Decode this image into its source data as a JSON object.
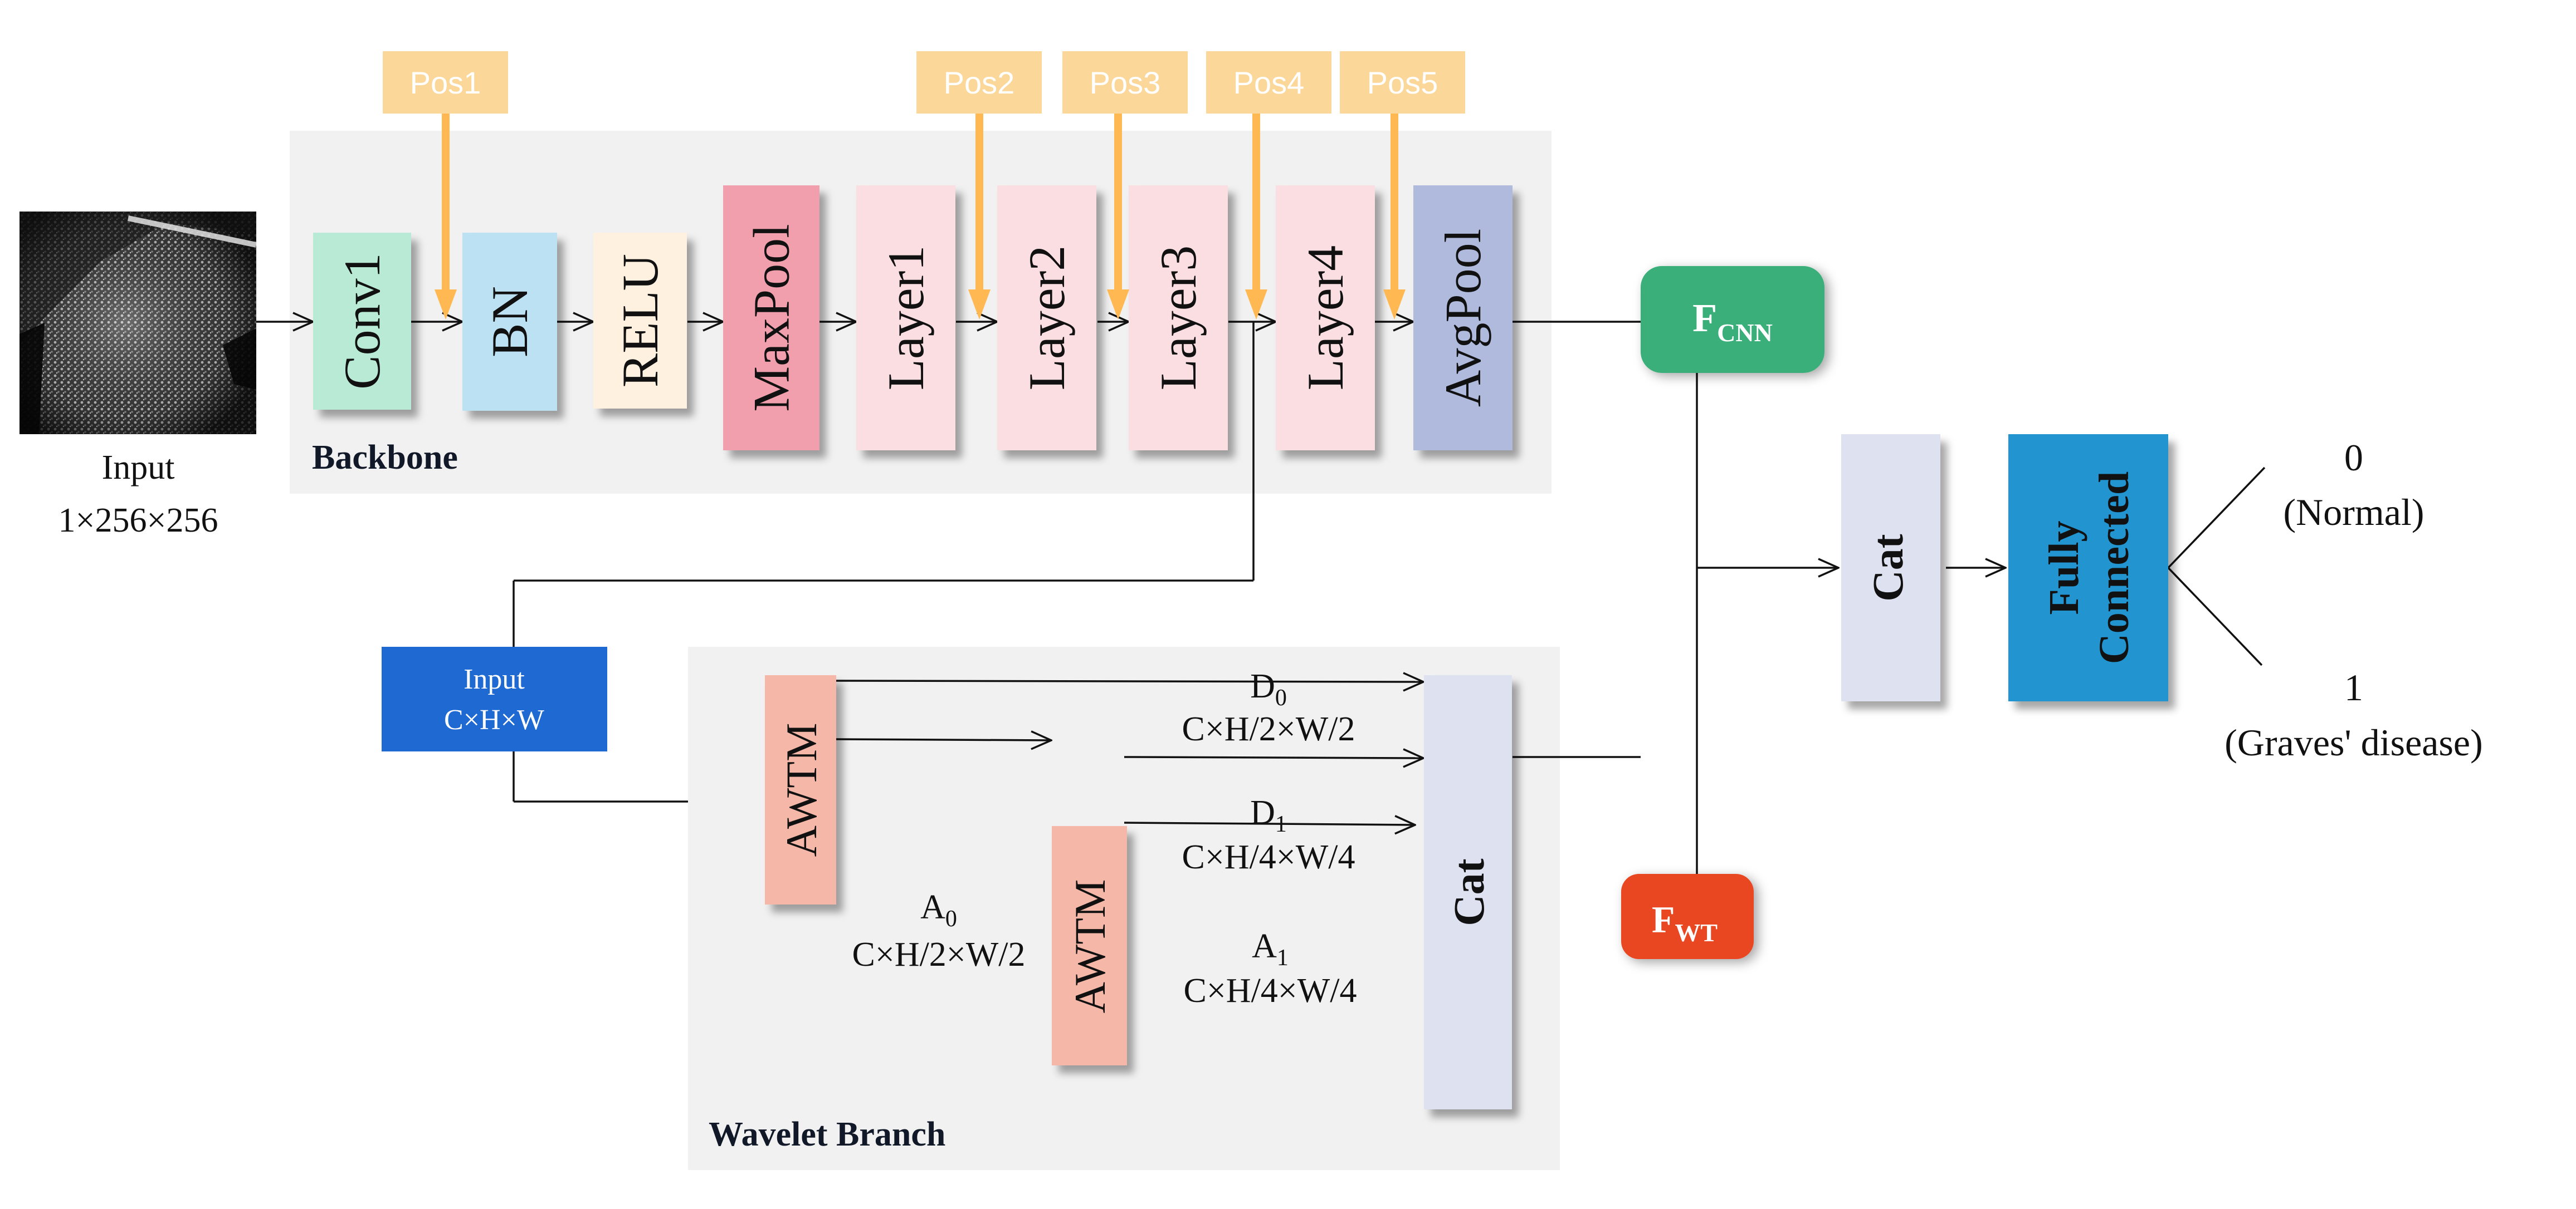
{
  "figure": {
    "input_image": {
      "label": "Input",
      "shape": "1×256×256",
      "description": "grayscale ultrasound image"
    },
    "backbone": {
      "title": "Backbone",
      "background": "#F1F1F1",
      "blocks": [
        {
          "id": "conv1",
          "label": "Conv1",
          "color": "#B9EAD6"
        },
        {
          "id": "bn",
          "label": "BN",
          "color": "#BCE1F3"
        },
        {
          "id": "relu",
          "label": "RELU",
          "color": "#FEF1DF"
        },
        {
          "id": "maxpool",
          "label": "MaxPool",
          "color": "#F19FAC"
        },
        {
          "id": "layer1",
          "label": "Layer1",
          "color": "#FADEE2"
        },
        {
          "id": "layer2",
          "label": "Layer2",
          "color": "#FADEE2"
        },
        {
          "id": "layer3",
          "label": "Layer3",
          "color": "#FADEE2"
        },
        {
          "id": "layer4",
          "label": "Layer4",
          "color": "#FADEE2"
        },
        {
          "id": "avgpool",
          "label": "AvgPool",
          "color": "#AFBADC"
        }
      ]
    },
    "positions": {
      "color": "#FCD79A",
      "arrow_color": "#FFB852",
      "items": [
        {
          "label": "Pos1",
          "before": "BN"
        },
        {
          "label": "Pos2",
          "before": "Layer2"
        },
        {
          "label": "Pos3",
          "before": "Layer3"
        },
        {
          "label": "Pos4",
          "before": "Layer4"
        },
        {
          "label": "Pos5",
          "before": "AvgPool"
        }
      ]
    },
    "f_cnn": {
      "main": "F",
      "sub": "CNN",
      "color": "#3BAF79"
    },
    "f_wt": {
      "main": "F",
      "sub": "WT",
      "color": "#E84722"
    },
    "wavelet_branch": {
      "title": "Wavelet Branch",
      "background": "#F1F1F1",
      "input_box": {
        "label": "Input",
        "shape": "C×H×W",
        "color": "#1F69D3"
      },
      "awtm_label": "AWTM",
      "awtm_color": "#F5B8A8",
      "cat_label": "Cat",
      "cat_color": "#DEE2F0",
      "outputs": {
        "d0": {
          "name": "D",
          "sub": "0",
          "shape": "C×H/2×W/2"
        },
        "a0": {
          "name": "A",
          "sub": "0",
          "shape": "C×H/2×W/2"
        },
        "d1": {
          "name": "D",
          "sub": "1",
          "shape": "C×H/4×W/4"
        },
        "a1": {
          "name": "A",
          "sub": "1",
          "shape": "C×H/4×W/4"
        }
      }
    },
    "fusion": {
      "cat_label": "Cat",
      "cat_color": "#DEE2F0",
      "fc_line1": "Fully",
      "fc_line2": "Connected",
      "fc_color": "#2294D0"
    },
    "outputs": [
      {
        "value": "0",
        "label": "(Normal)"
      },
      {
        "value": "1",
        "label": "(Graves' disease)"
      }
    ]
  }
}
